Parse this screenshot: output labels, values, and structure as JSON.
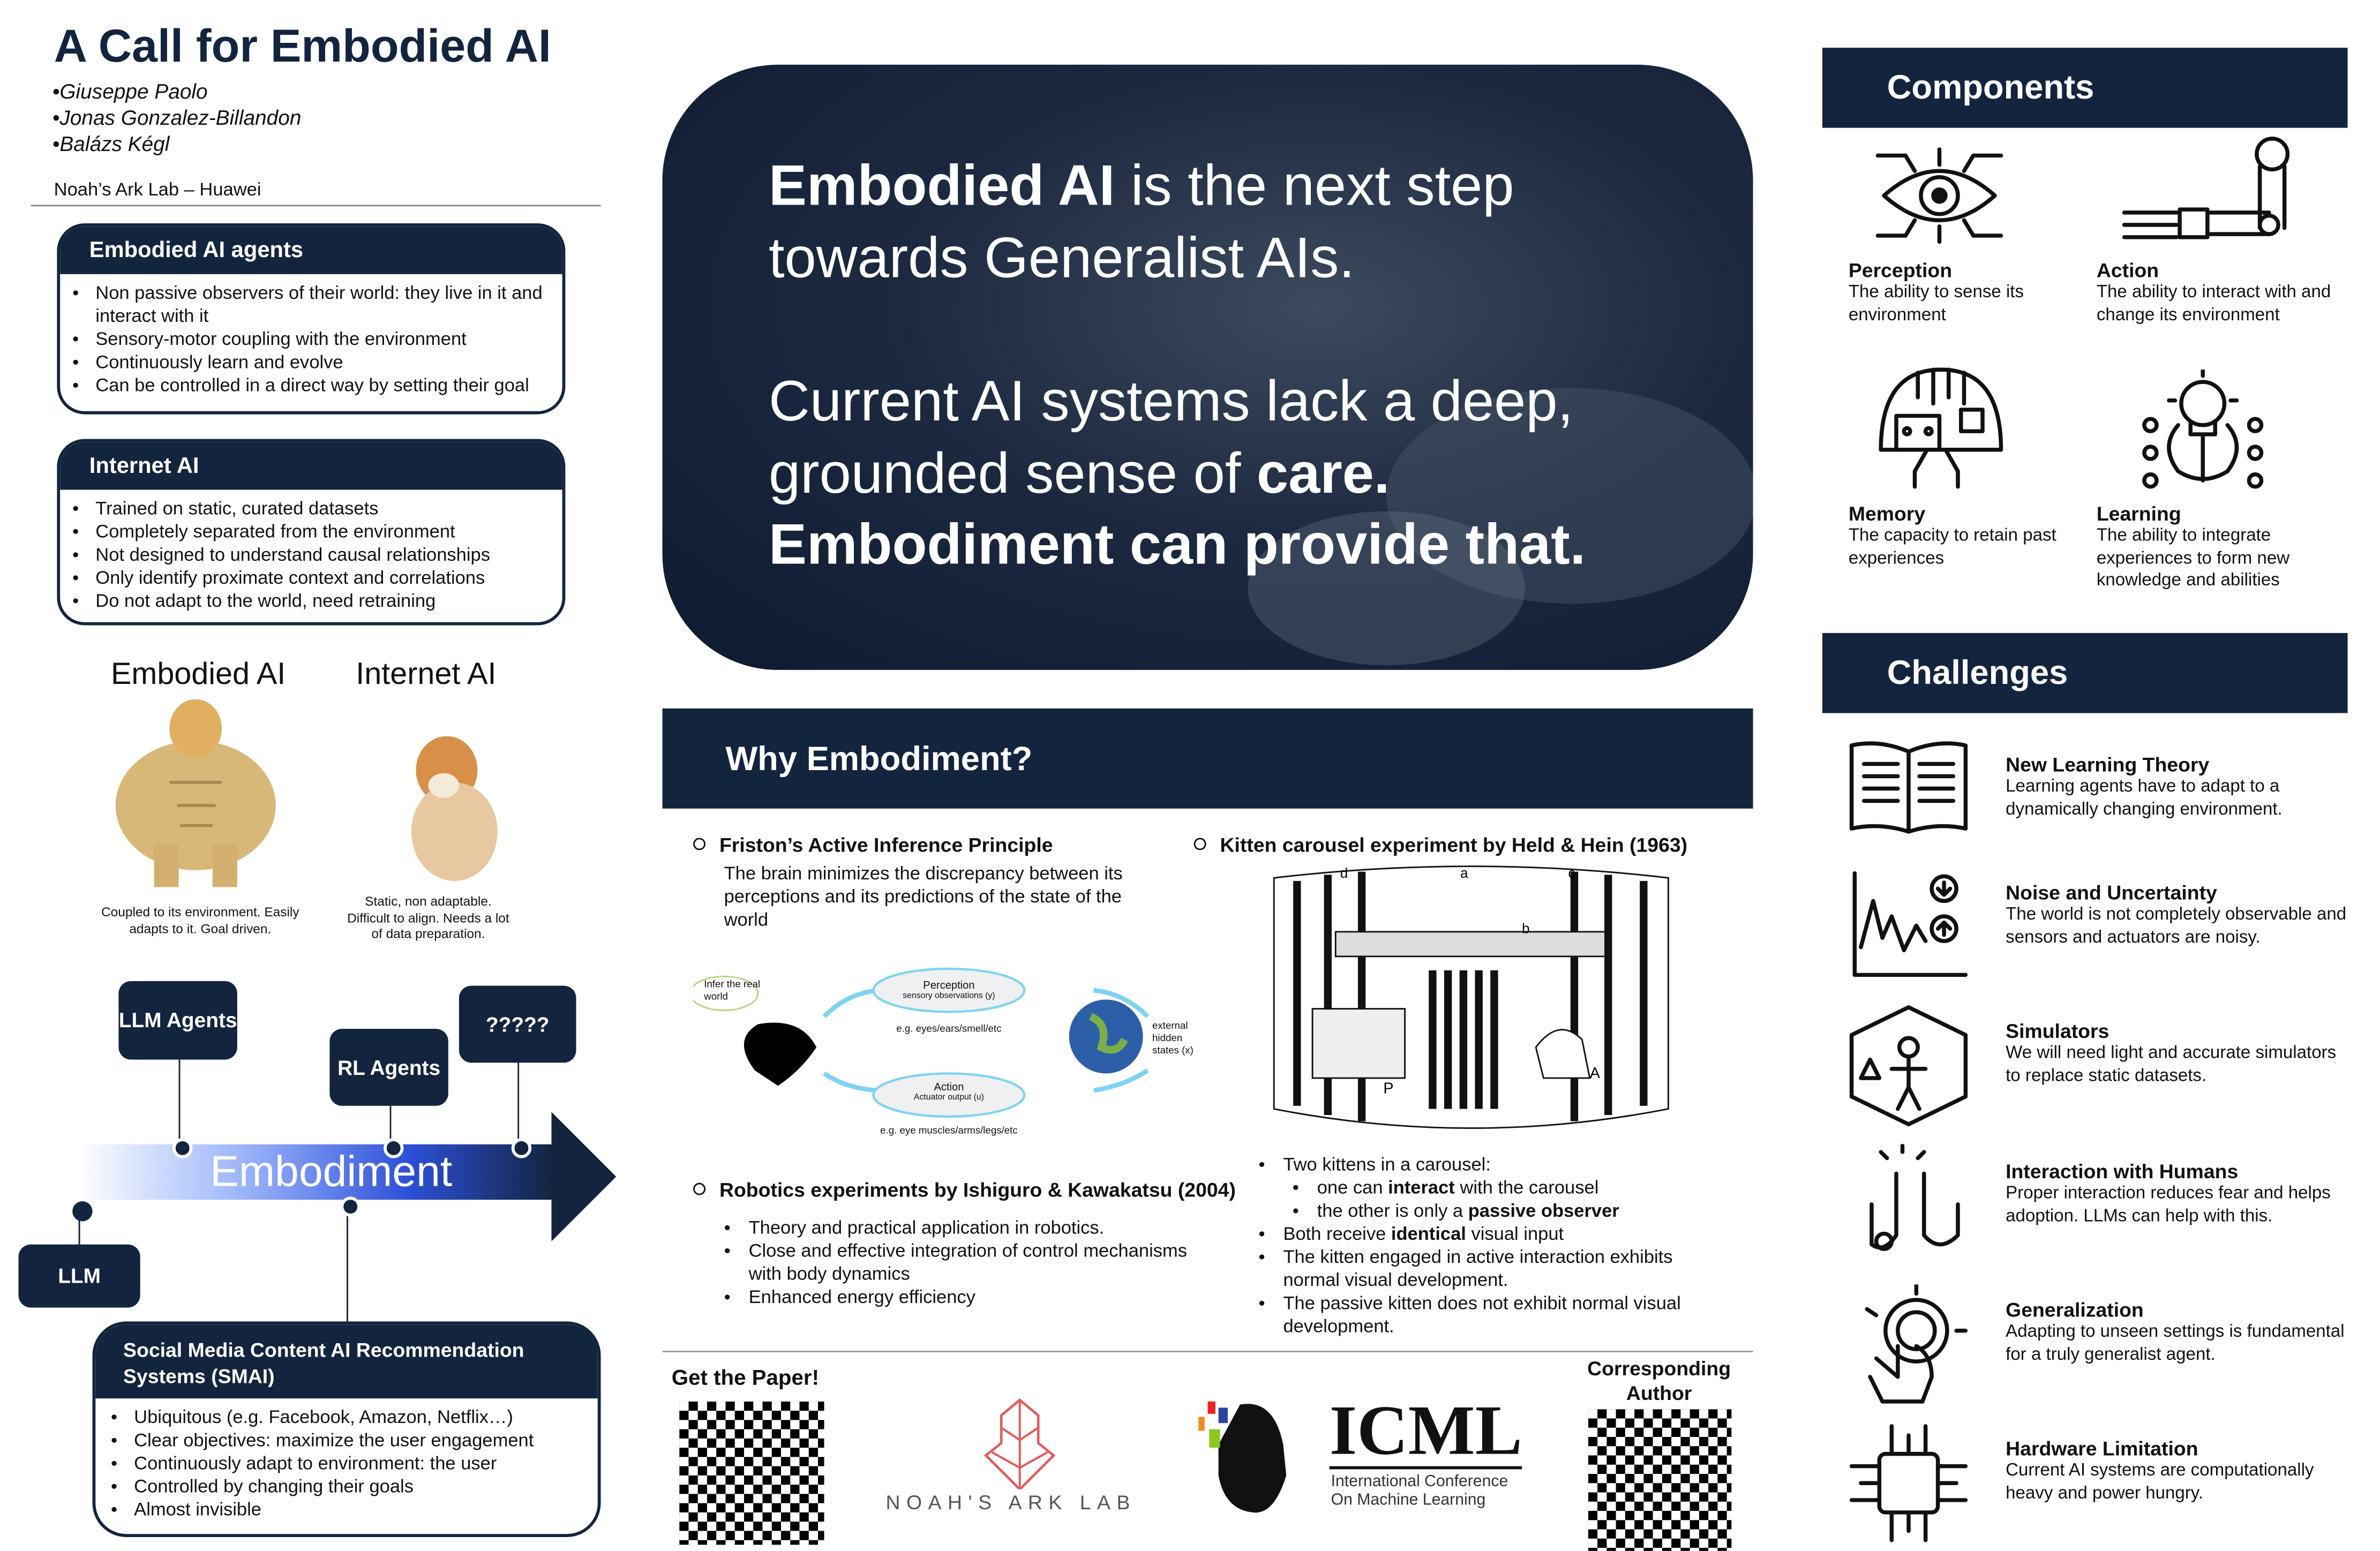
{
  "header": {
    "title": "A Call for Embodied AI",
    "authors": [
      "•Giuseppe Paolo",
      "•Jonas Gonzalez-Billandon",
      "•Balázs Kégl"
    ],
    "affiliation": "Noah’s Ark Lab – Huawei"
  },
  "embodied_agents": {
    "title": "Embodied AI agents",
    "items": [
      "Non passive observers of their world: they live in it and interact with it",
      "Sensory-motor coupling with the environment",
      "Continuously learn and evolve",
      "Can be controlled in a direct way by setting their goal"
    ]
  },
  "internet_ai": {
    "title": "Internet AI",
    "items": [
      "Trained on static, curated datasets",
      "Completely separated from the environment",
      "Not designed to understand causal relationships",
      "Only identify proximate context and correlations",
      "Do not adapt to the world, need retraining"
    ]
  },
  "comparison": {
    "left_label": "Embodied AI",
    "right_label": "Internet AI",
    "left_caption": "Coupled to its environment. Easily adapts to it. Goal driven.",
    "right_caption": "Static, non adaptable. Difficult to align. Needs a lot of data preparation."
  },
  "timeline": {
    "arrow_label": "Embodiment",
    "llm_agents": "LLM Agents",
    "rl_agents": "RL Agents",
    "unknown": "?????",
    "llm": "LLM"
  },
  "smai": {
    "title": "Social Media Content AI Recommendation Systems (SMAI)",
    "items": [
      "Ubiquitous (e.g. Facebook, Amazon, Netflix…)",
      "Clear objectives: maximize the user engagement",
      "Continuously adapt to environment: the user",
      "Controlled by changing their goals",
      "Almost invisible"
    ]
  },
  "hero": {
    "l1a": "Embodied AI",
    "l1b": " is the next step",
    "l2": "towards Generalist AIs.",
    "l3": "Current AI systems lack a deep,",
    "l4a": "grounded sense of ",
    "l4b": "care.",
    "l5": "Embodiment can provide that."
  },
  "why": {
    "title": "Why Embodiment?",
    "friston": {
      "title": "Friston’s Active Inference Principle",
      "body": "The brain minimizes the discrepancy between its perceptions and its predictions of the state of the world",
      "diagram": {
        "thought": "Infer the real world",
        "perception": "Perception",
        "perception_sub": "sensory observations (y)",
        "perception_eg": "e.g. eyes/ears/smell/etc",
        "action": "Action",
        "action_sub": "Actuator output (u)",
        "action_eg": "e.g. eye muscles/arms/legs/etc",
        "hidden": "external hidden states (x)"
      }
    },
    "robotics": {
      "title": "Robotics experiments by Ishiguro & Kawakatsu (2004)",
      "items": [
        "Theory and practical application in robotics.",
        "Close and effective integration of control mechanisms with body dynamics",
        "Enhanced energy efficiency"
      ]
    },
    "kitten": {
      "title": "Kitten carousel experiment by Held & Hein (1963)",
      "fig_labels": {
        "d": "d",
        "a": "a",
        "c": "c",
        "b": "b",
        "P": "P",
        "A": "A"
      },
      "l1": "Two kittens in a carousel:",
      "s1a": "one can ",
      "s1b": "interact",
      "s1c": " with the carousel",
      "s2a": "the other is only a ",
      "s2b": "passive observer",
      "l2a": "Both receive ",
      "l2b": "identical",
      "l2c": " visual input",
      "l3": "The kitten engaged in active interaction exhibits normal visual development.",
      "l4": "The passive kitten does not exhibit normal visual development."
    }
  },
  "footer": {
    "paper": "Get the Paper!",
    "noah": "NOAH'S ARK LAB",
    "icml": "ICML",
    "icml_sub1": "International Conference",
    "icml_sub2": "On Machine Learning",
    "corresponding": "Corresponding Author"
  },
  "components": {
    "title": "Components",
    "items": [
      {
        "name": "Perception",
        "desc": "The ability to sense its environment"
      },
      {
        "name": "Action",
        "desc": "The ability to interact with and change its environment"
      },
      {
        "name": "Memory",
        "desc": "The capacity to retain past experiences"
      },
      {
        "name": "Learning",
        "desc": "The ability to integrate experiences to form new knowledge and abilities"
      }
    ]
  },
  "challenges": {
    "title": "Challenges",
    "items": [
      {
        "name": "New Learning Theory",
        "desc": "Learning agents have to adapt to a dynamically changing environment."
      },
      {
        "name": "Noise and Uncertainty",
        "desc": "The world is not completely observable and sensors and actuators are noisy."
      },
      {
        "name": "Simulators",
        "desc": "We will need light and accurate simulators to replace static datasets."
      },
      {
        "name": "Interaction with Humans",
        "desc": "Proper interaction reduces fear and helps adoption. LLMs can help with this."
      },
      {
        "name": "Generalization",
        "desc": "Adapting to unseen settings is fundamental for a truly generalist agent."
      },
      {
        "name": "Hardware Limitation",
        "desc": "Current AI systems are computationally heavy and power hungry."
      }
    ]
  },
  "colors": {
    "navy": "#13243f",
    "arrow_start": "#ffffff",
    "arrow_mid": "#2b4fd6",
    "arrow_end": "#13243f"
  }
}
